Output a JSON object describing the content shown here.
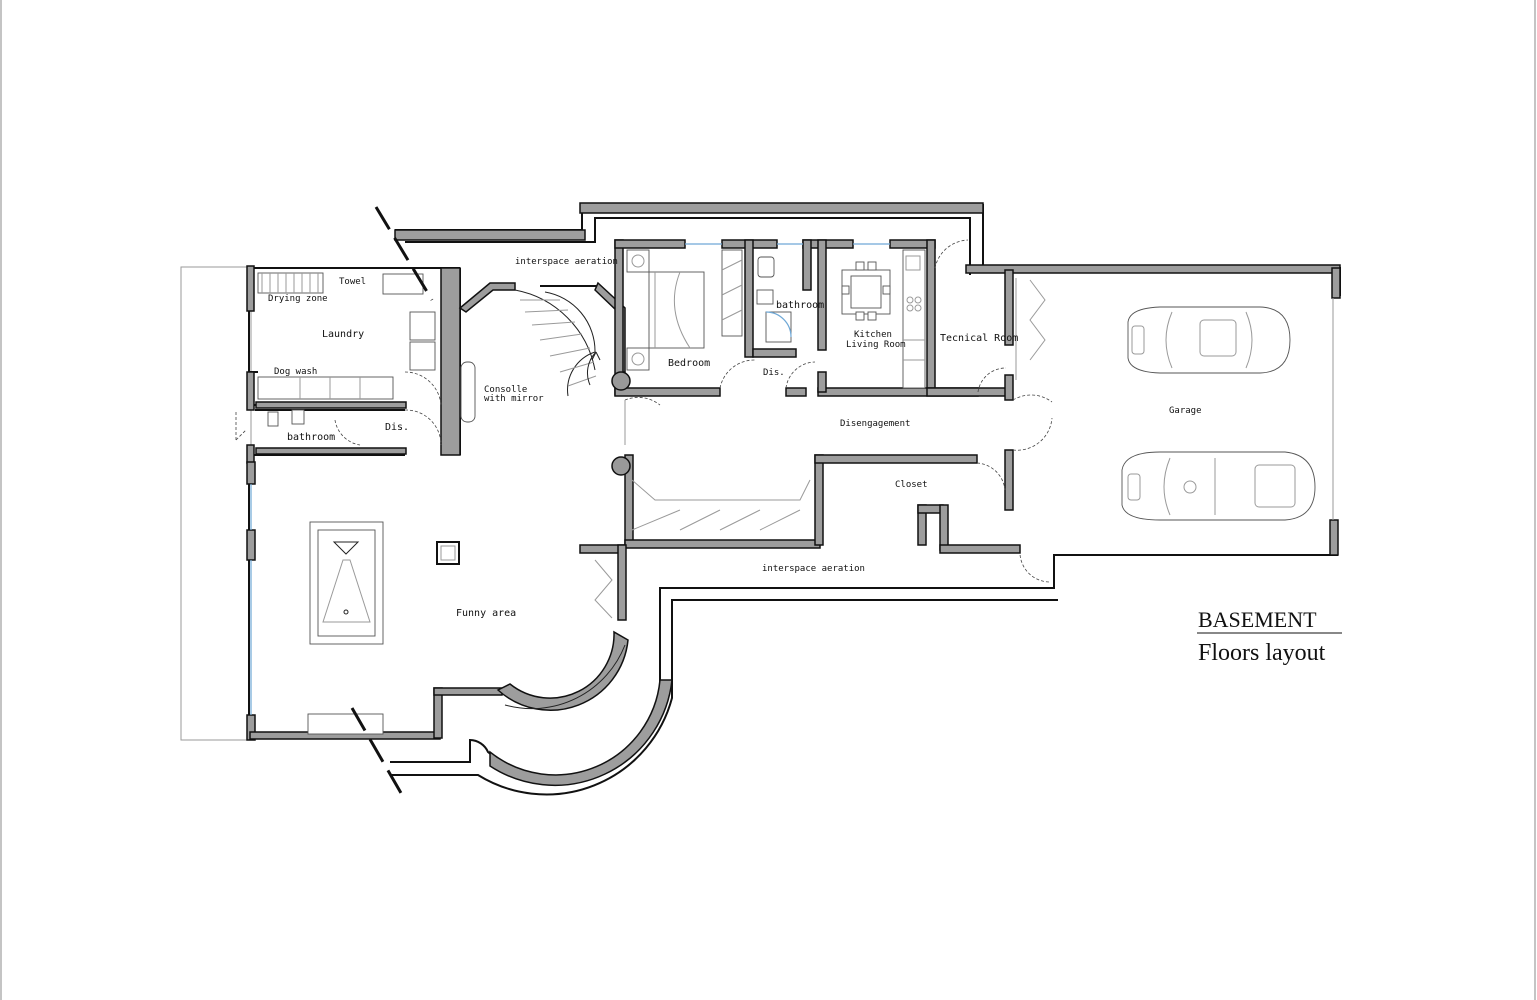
{
  "title": "BASEMENT",
  "subtitle": "Floors layout",
  "rooms": {
    "interspace_top": "interspace aeration",
    "interspace_bottom": "interspace aeration",
    "towel": "Towel",
    "drying_zone": "Drying zone",
    "laundry": "Laundry",
    "dog_wash": "Dog wash",
    "bathroom_left": "bathroom",
    "dis_left": "Dis.",
    "consolle_line1": "Consolle",
    "consolle_line2": "with mirror",
    "bedroom": "Bedroom",
    "bathroom_mid": "bathroom",
    "dis_mid": "Dis.",
    "kitchen_line1": "Kitchen",
    "kitchen_line2": "Living Room",
    "tecnical_room": "Tecnical Room",
    "disengagement": "Disengagement",
    "closet": "Closet",
    "garage": "Garage",
    "funny_area": "Funny area"
  }
}
